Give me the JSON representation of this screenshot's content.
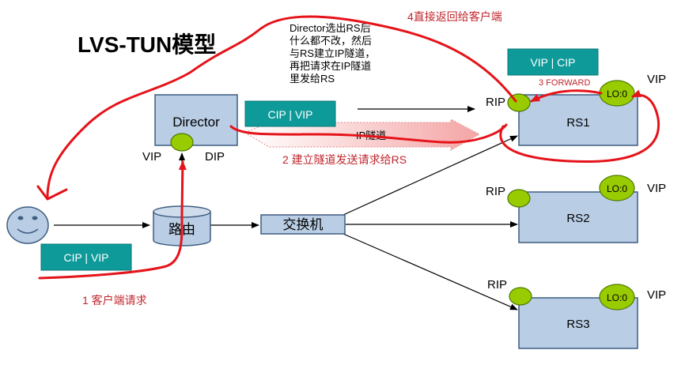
{
  "title": "LVS-TUN模型",
  "note_lines": [
    "Director选出RS后",
    "什么都不改，然后",
    "与RS建立IP隧道，",
    "再把请求在IP隧道",
    "里发给RS"
  ],
  "director": {
    "label": "Director",
    "vip_label": "VIP",
    "dip_label": "DIP"
  },
  "router_label": "路由",
  "switch_label": "交换机",
  "packets": {
    "client": "CIP | VIP",
    "director": "CIP | VIP",
    "response": "VIP | CIP"
  },
  "tunnel_label": "IP隧道",
  "steps": {
    "step1": "1 客户端请求",
    "step2": "2 建立隧道发送请求给RS",
    "step3": "3 FORWARD",
    "step4": "4直接返回给客户端"
  },
  "servers": [
    {
      "name": "RS1",
      "rip": "RIP",
      "lo": "LO:0",
      "vip": "VIP"
    },
    {
      "name": "RS2",
      "rip": "RIP",
      "lo": "LO:0",
      "vip": "VIP"
    },
    {
      "name": "RS3",
      "rip": "RIP",
      "lo": "LO:0",
      "vip": "VIP"
    }
  ],
  "colors": {
    "box_fill": "#b9cde5",
    "box_stroke": "#3e5d80",
    "teal": "#0f9a9a",
    "green": "#99cc00",
    "red": "#e5131a",
    "step_text": "#c0262d"
  }
}
